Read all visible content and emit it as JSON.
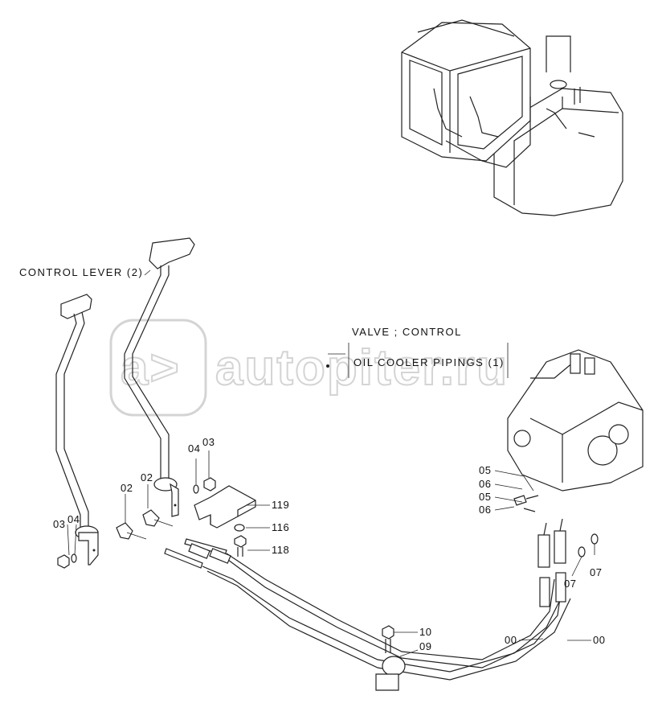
{
  "watermark": {
    "text": "autopiter.ru"
  },
  "labels": {
    "control_lever": "CONTROL  LEVER (2)",
    "valve_control": "VALVE ; CONTROL",
    "oil_cooler": "OIL  COOLER  PIPINGS (1)",
    "p03a": "03",
    "p04a": "04",
    "p02a": "02",
    "p02b": "02",
    "p04b": "04",
    "p03b": "03",
    "p119": "119",
    "p116": "116",
    "p118": "118",
    "p05a": "05",
    "p06a": "06",
    "p05b": "05",
    "p06b": "06",
    "p07a": "07",
    "p07b": "07",
    "p10": "10",
    "p09": "09",
    "p00a": "00",
    "p00b": "00"
  }
}
